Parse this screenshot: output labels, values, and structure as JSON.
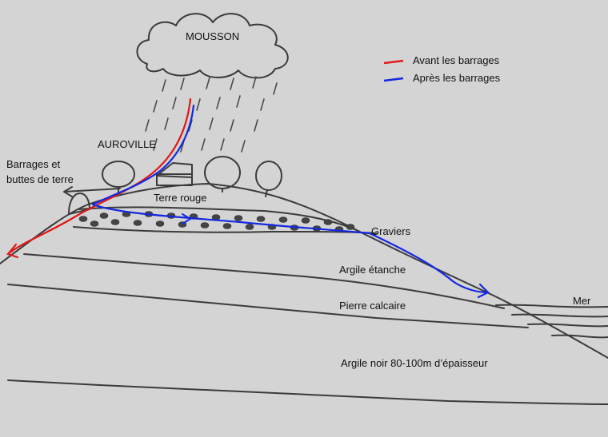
{
  "labels": {
    "cloud": "MOUSSON",
    "auroville": "AUROVILLE",
    "barrages_line1": "Barrages et",
    "barrages_line2": "buttes de terre",
    "terre_rouge": "Terre rouge",
    "graviers": "Graviers",
    "argile_etanche": "Argile étanche",
    "pierre_calcaire": "Pierre calcaire",
    "argile_noir": "Argile noir 80-100m d’épaisseur",
    "mer": "Mer"
  },
  "legend": [
    {
      "label": "Avant les barrages",
      "color": "#e01818"
    },
    {
      "label": "Après les barrages",
      "color": "#1428e0"
    }
  ],
  "colors": {
    "background": "#d2d2d2",
    "paper": "#dedede",
    "pencil": "#3b3b3b",
    "before_flow": "#e01818",
    "after_flow": "#1428e0"
  }
}
